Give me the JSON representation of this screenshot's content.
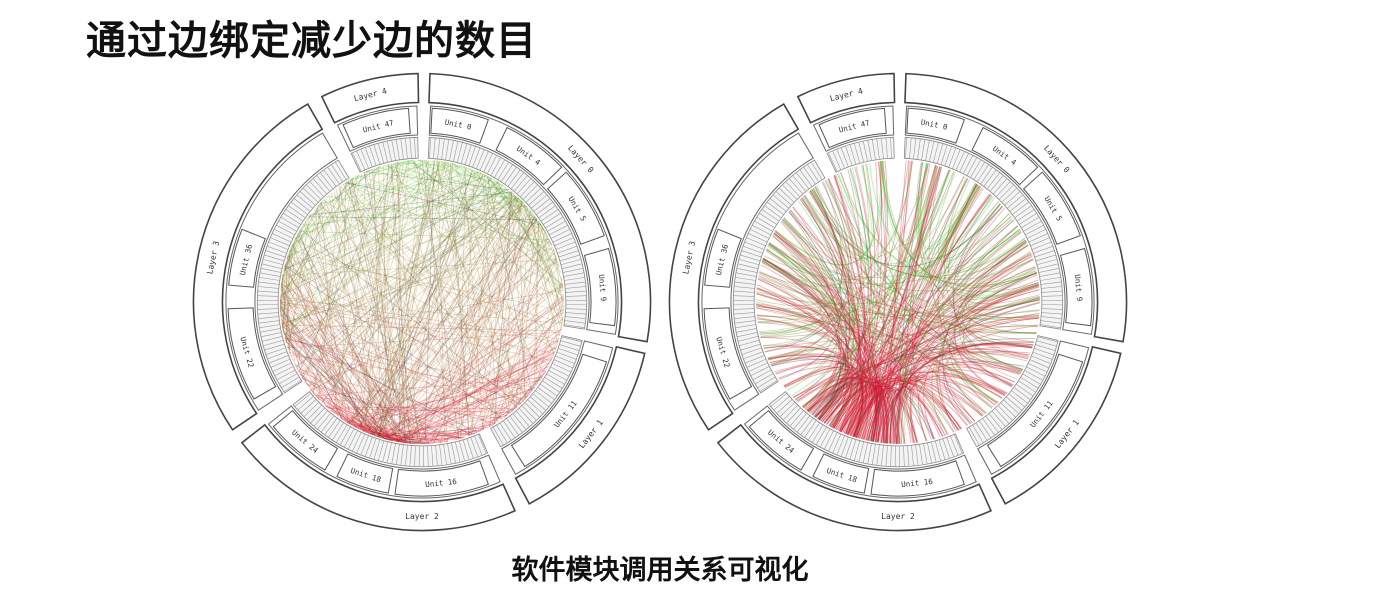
{
  "title": "通过边绑定减少边的数目",
  "caption": "软件模块调用关系可视化",
  "diagram": {
    "layers": [
      "Layer 0",
      "Layer 1",
      "Layer 2",
      "Layer 3",
      "Layer 4"
    ],
    "units": [
      "Unit 0",
      "Unit 4",
      "Unit 5",
      "Unit 9",
      "Unit 11",
      "Unit 16",
      "Unit 18",
      "Unit 24",
      "Unit 22",
      "Unit 36",
      "Unit 47"
    ],
    "colors": {
      "source": "#22dd22",
      "target": "#dd1133",
      "ring": "#444444"
    },
    "panels": [
      {
        "id": "unbundled",
        "mode": "straight"
      },
      {
        "id": "bundled",
        "mode": "bundled"
      }
    ]
  }
}
